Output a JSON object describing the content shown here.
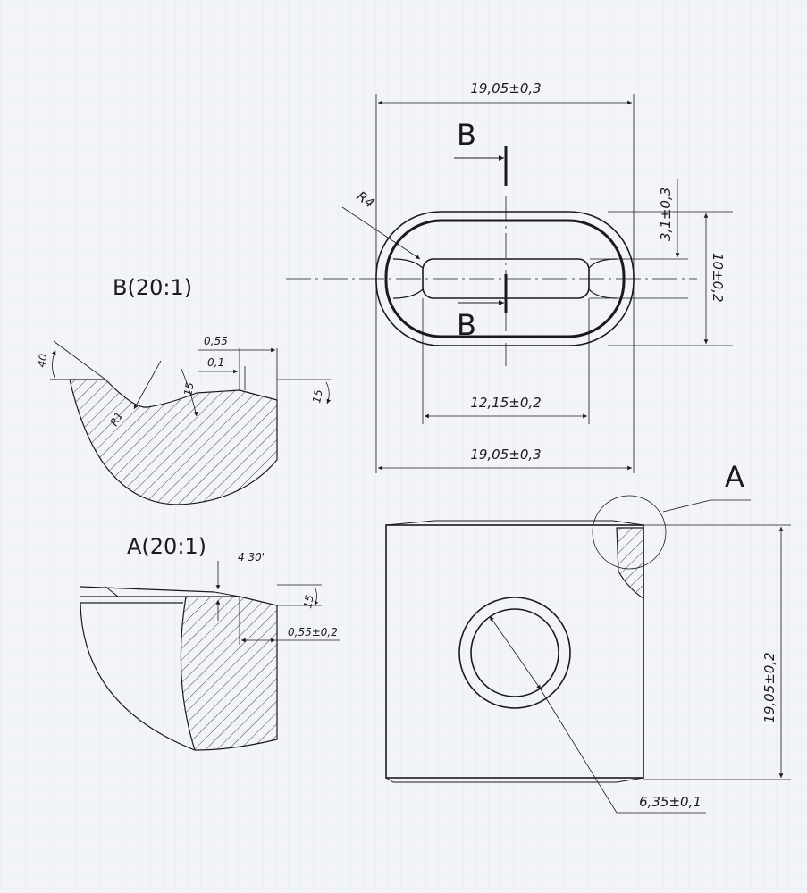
{
  "colors": {
    "background": "#f2f4fa",
    "line": "#1a1a1a",
    "grid": "#dce1ee"
  },
  "top_view": {
    "width_top": "19,05±0,3",
    "width_bottom": "19,05±0,3",
    "slot_length": "12,15±0,2",
    "radius": "R4",
    "depth": "3,1±0,3",
    "height": "10±0,2",
    "section_letter_top": "B",
    "section_letter_bottom": "B"
  },
  "detail_b": {
    "title": "B(20:1)",
    "angle": "40",
    "radius": "R1",
    "width_a": "0,55",
    "width_b": "0,1",
    "angle_b": "15",
    "angle_c": "15"
  },
  "detail_a": {
    "title": "A(20:1)",
    "angle": "4 30'",
    "angle_b": "15",
    "chamfer": "0,55±0,2"
  },
  "front_view": {
    "detail_letter": "A",
    "height": "19,05±0,2",
    "hole": "6,35±0,1"
  }
}
